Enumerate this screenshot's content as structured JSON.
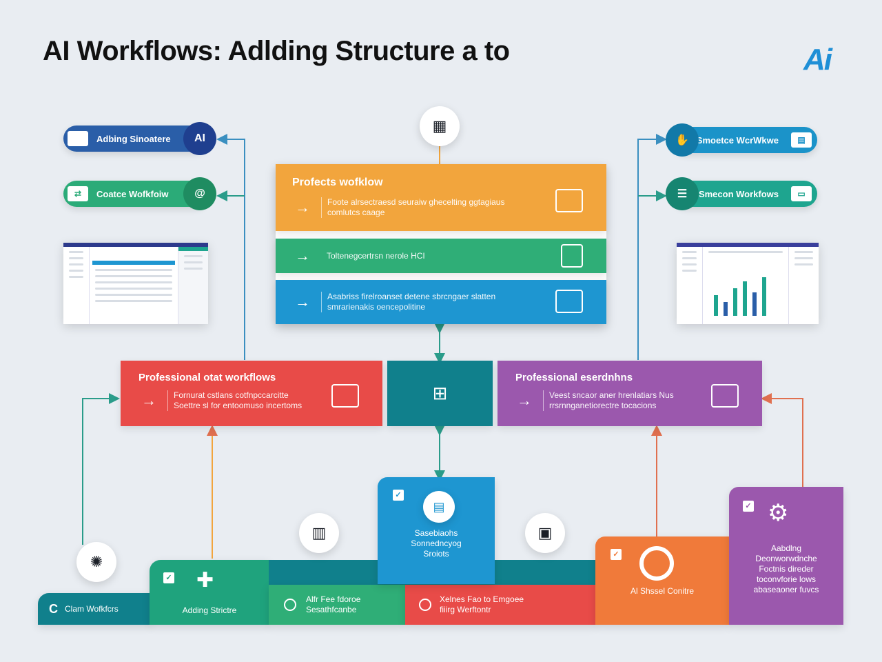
{
  "title": "AI Workflows: Adlding Structure a to",
  "logo": "Ai",
  "left_pills": [
    {
      "label": "Adbing Sinoatere",
      "cap": "AI",
      "color": "#2a5ea8",
      "cap_color": "#1f3f8f"
    },
    {
      "label": "Coatce Wofkfoiw",
      "cap": "@",
      "color": "#2bab78",
      "cap_color": "#1f8c61"
    }
  ],
  "right_pills": [
    {
      "label": "Smoetce WcrWkwe",
      "color": "#1b93c9",
      "cap_color": "#1279a8"
    },
    {
      "label": "Smecon Workfows",
      "color": "#1ea58f",
      "cap_color": "#168571"
    }
  ],
  "center_panel": {
    "header": "Profects wofklow",
    "rows": [
      {
        "text": "Foote alrsectraesd seuraiw ghecelting ggtagiaus comlutcs caage",
        "color": "#f2a53d"
      },
      {
        "text": "Toltenegcertrsn nerole HCI",
        "color": "#2fae77"
      },
      {
        "text": "Asabriss firelroanset detene sbrcngaer slatten smrarienakis oencepolitine",
        "color": "#1e96d1"
      }
    ]
  },
  "middle_row": {
    "left": {
      "title": "Professional otat workflows",
      "text": "Fornurat cstlans cotfnpccarcitte Soettre sl for entoomuso incertoms",
      "color": "#e84b48"
    },
    "center": {
      "color": "#10808c"
    },
    "right": {
      "title": "Professional eserdnhns",
      "text": "Veest sncaor aner hrenlatiars Nus rrsrnnganetiorectre tocacions",
      "color": "#9b58ad"
    }
  },
  "bottom": {
    "left_tab": "Clam Wofkfcrs",
    "adding": "Adding Strictre",
    "mid_green": "Alfr Fee fdoroe Sesathfcanbe",
    "mid_red": "Xelnes Fao to Emgoee fiiirg Werftontr",
    "blue_block": "Sasebiaohs Sonnedncyog Sroiots",
    "orange_block": "Al Shssel Conitre",
    "purple_block": "Aabdlng Deonworwdnche Foctnis direder toconvforie lows abaseaoner fuvcs"
  },
  "colors": {
    "bg": "#e9edf2",
    "orange": "#f2a53d",
    "green": "#2fae77",
    "blue": "#1e96d1",
    "red": "#e84b48",
    "teal": "#10808c",
    "purple": "#9b58ad"
  }
}
